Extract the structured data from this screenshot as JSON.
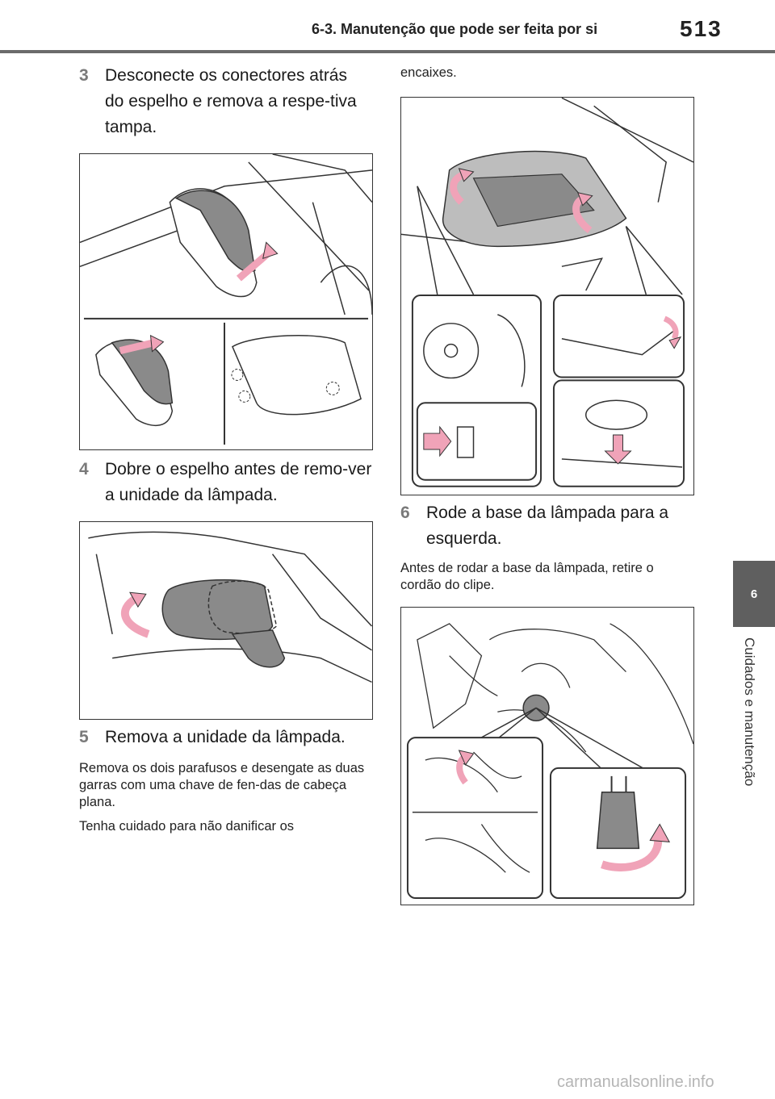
{
  "header": {
    "title": "6-3. Manutenção que pode ser feita por si",
    "page_number": "513"
  },
  "side_tab": {
    "chapter": "6",
    "label": "Cuidados e manutenção"
  },
  "steps": [
    {
      "num": "3",
      "text": "Desconecte os conectores atrás do espelho e remova a respe-tiva tampa."
    },
    {
      "num": "4",
      "text": "Dobre o espelho antes de remo-ver a unidade da lâmpada."
    },
    {
      "num": "5",
      "text": "Remova a unidade da lâmpada."
    },
    {
      "num": "6",
      "text": "Rode a base da lâmpada para a esquerda."
    }
  ],
  "paragraphs": {
    "step5_note1": "Remova os dois parafusos e desengate as duas garras com uma chave de fen-das de cabeça plana.",
    "step5_note2": "Tenha cuidado para não danificar os",
    "step5_continued": "encaixes.",
    "step6_note": "Antes de rodar a base da lâmpada, retire o cordão do clipe."
  },
  "colors": {
    "arrow_pink": "#f0a3b8",
    "mirror_gray": "#8a8a8a",
    "line": "#333333",
    "tab_bg": "#5f5f5f"
  },
  "footer": {
    "watermark": "carmanualsonline.info"
  }
}
